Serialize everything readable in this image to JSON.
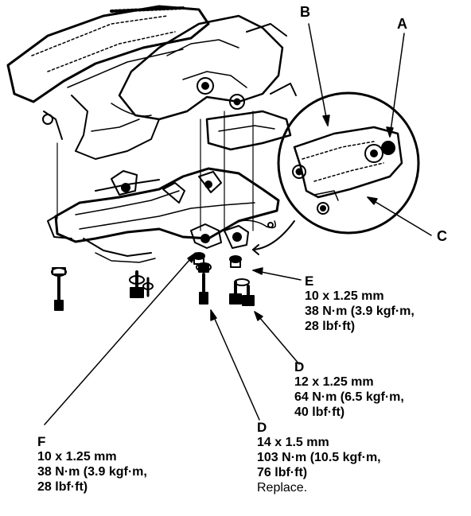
{
  "callouts": {
    "A": "A",
    "B": "B",
    "C": "C",
    "E": {
      "letter": "E",
      "size": "10 x 1.25 mm",
      "torque": "38 N·m (3.9 kgf·m,",
      "torque2": "28 lbf·ft)"
    },
    "D_right": {
      "letter": "D",
      "size": "12 x 1.25 mm",
      "torque": "64 N·m (6.5 kgf·m,",
      "torque2": "40 lbf·ft)"
    },
    "D_bottom": {
      "letter": "D",
      "size": "14 x 1.5 mm",
      "torque": "103 N·m (10.5 kgf·m,",
      "torque2": "76 lbf·ft)",
      "note": "Replace."
    },
    "F": {
      "letter": "F",
      "size": "10 x 1.25 mm",
      "torque": "38 N·m (3.9 kgf·m,",
      "torque2": "28 lbf·ft)"
    }
  }
}
